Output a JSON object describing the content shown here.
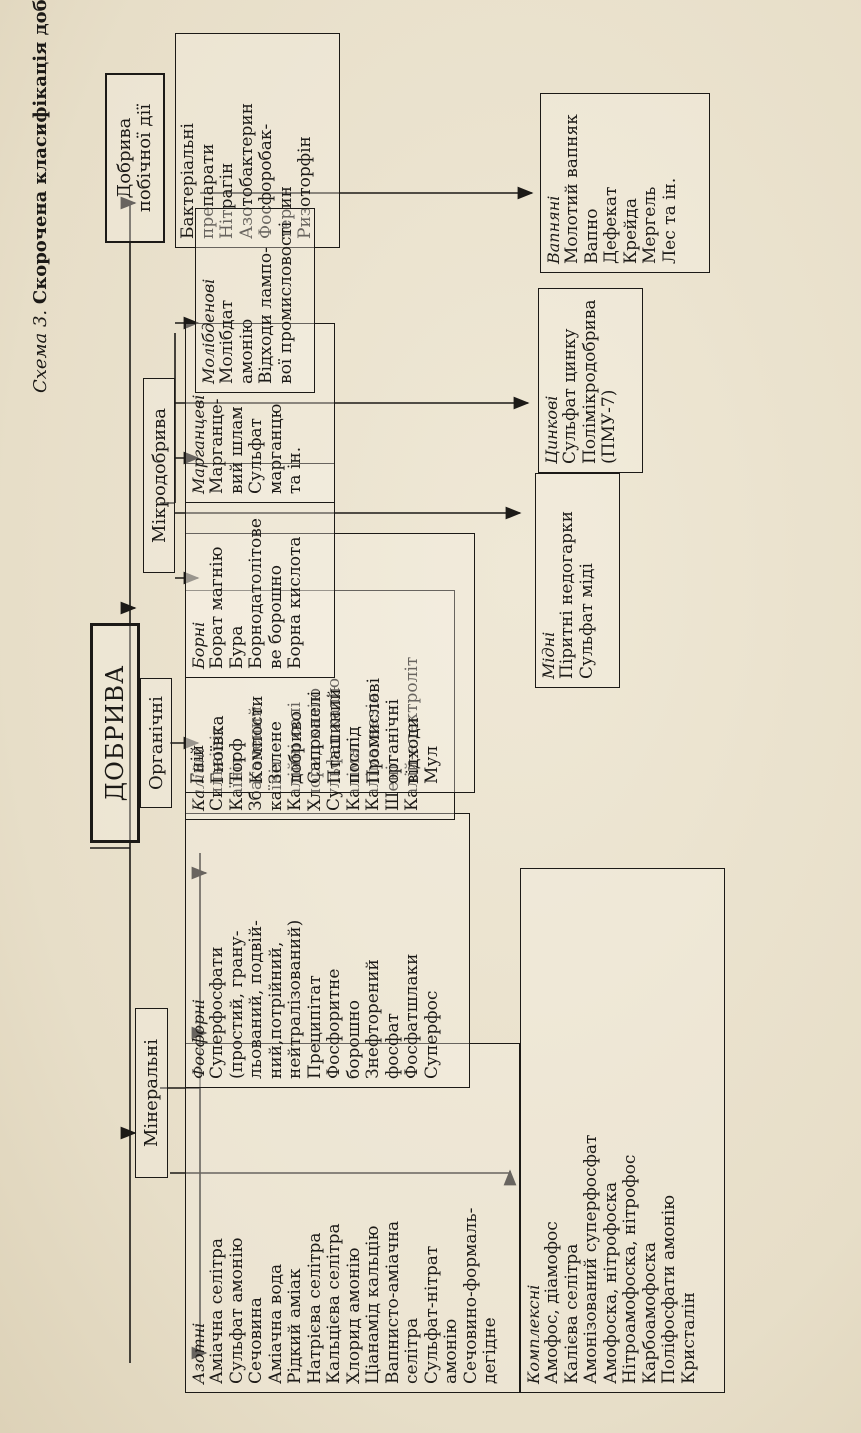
{
  "title": {
    "number": "Схема 3.",
    "text": "Скорочена класифікація добрив"
  },
  "root": "ДОБРИВА",
  "groups": {
    "mineral": "Мінеральні",
    "organic": "Органічні",
    "micro": "Мікродобрива",
    "side": "Добрива побічної дії"
  },
  "side_items": [
    "Бактеріальні",
    "препарати",
    "Нітрагін",
    "Азотобактерин",
    "Фосфоробак-",
    "терин",
    "Ризоторфін"
  ],
  "organic_items": [
    "Гній",
    "Гноївка",
    "Торф",
    "Компости",
    "Зелене",
    "добриво",
    "Сапропелі",
    "Пташиний",
    "послід",
    "Промислові",
    "органічні",
    "відходи",
    "Мул"
  ],
  "mineral_subgroups": {
    "nitrogen": {
      "title": "Азотні",
      "items": [
        "Аміачна селітра",
        "Сульфат амонію",
        "Сечовина",
        "Аміачна вода",
        "Рідкий аміак",
        "Натрієва селітра",
        "Кальцієва селітра",
        "Хлорид амонію",
        "Ціанамід кальцію",
        "Вапнисто-аміачна",
        "селітра",
        "Сульфат-нітрат",
        "амонію",
        "Сечовино-формаль-",
        "дегідне"
      ]
    },
    "phosphorus": {
      "title": "Фосфорні",
      "items": [
        "Суперфосфати",
        "(простий, грану-",
        "льований, подвій-",
        "ний,потрійний,",
        "нейтралізований)",
        "Преципітат",
        "Фосфоритне",
        "борошно",
        "Знефторений",
        "фосфат",
        "Фосфатшлаки",
        "Суперфос"
      ]
    },
    "potassium": {
      "title": "Калійні",
      "items": [
        "Сильвініт",
        "Каїніт",
        "Збагачений",
        "каїніт",
        "Калійні солі",
        "Хлорид калію",
        "Сульфат калію",
        "Калімаг",
        "Калімагнезія",
        "Шеніт",
        "Калій-електроліт"
      ]
    },
    "complex": {
      "title": "Комплексні",
      "items": [
        "Амофос, діамофос",
        "Калієва селітра",
        "Амонізований суперфосфат",
        "Амофоска, нітрофоска",
        "Нітроамофоска, нітрофос",
        "Карбоамофоска",
        "Поліфосфати амонію",
        "Кристалін"
      ]
    }
  },
  "micro_subgroups": {
    "boron": {
      "title": "Борні",
      "items": [
        "Борат магнію",
        "Бура",
        "Борнодатолітове",
        "ве борошно",
        "Борна кислота"
      ]
    },
    "copper": {
      "title": "Мідні",
      "items": [
        "Піритні недогарки",
        "Сульфат міді"
      ]
    },
    "manganese": {
      "title": "Марганцеві",
      "items": [
        "Марганце-",
        "вий шлам",
        "Сульфат",
        "марганцю",
        "та ін."
      ]
    },
    "zinc": {
      "title": "Цинкові",
      "items": [
        "Сульфат цинку",
        "Полімікродобрива",
        "(ПМУ-7)"
      ]
    },
    "molybdenum": {
      "title": "Молібденові",
      "items": [
        "Молібдат",
        "амонію",
        "Відходи лампо-",
        "вої промисловості"
      ]
    }
  },
  "lime": {
    "title": "Вапняні",
    "items": [
      "Молотий вапняк",
      "Вапно",
      "Дефекат",
      "Крейда",
      "Мергель",
      "Лес та ін."
    ]
  }
}
